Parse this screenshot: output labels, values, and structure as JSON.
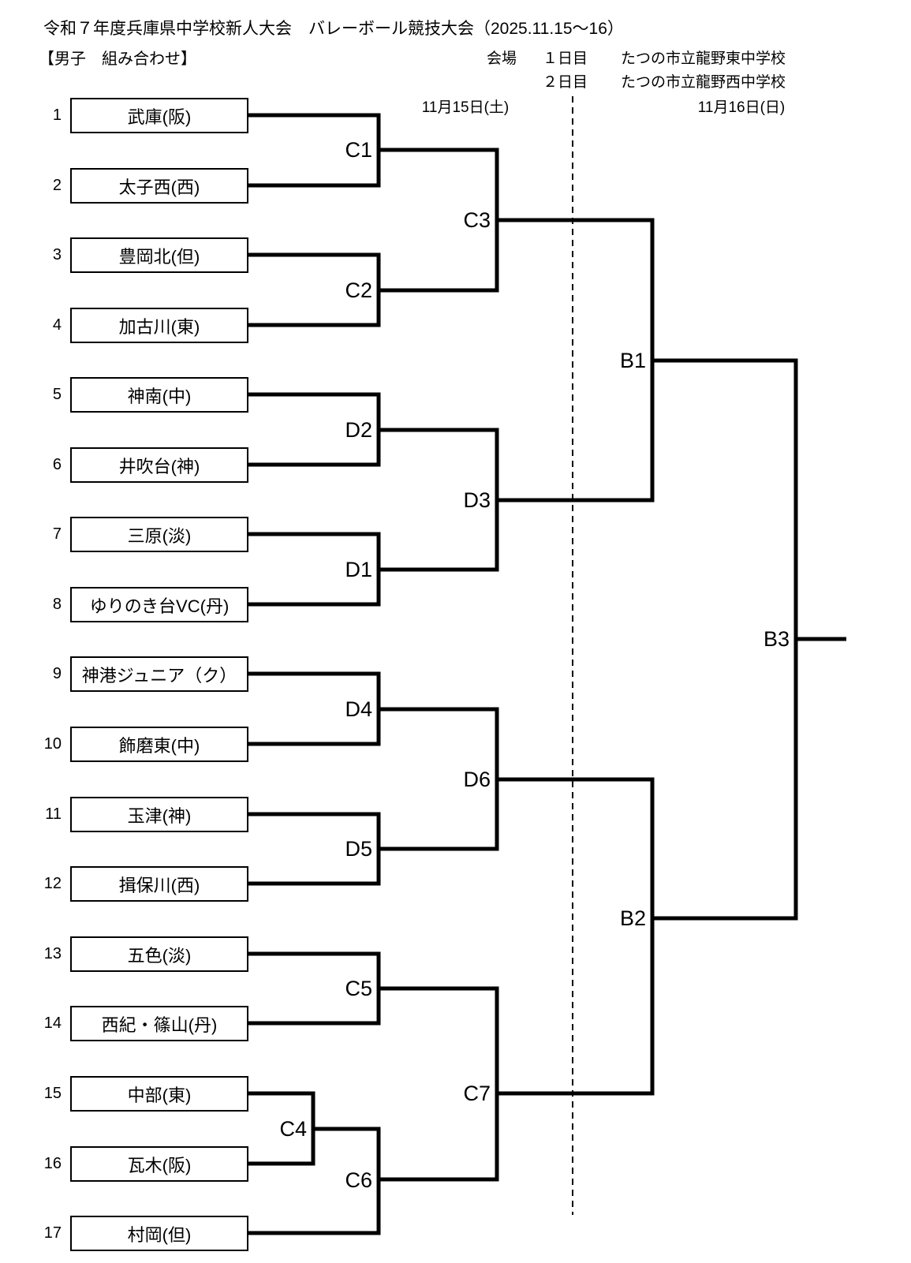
{
  "header": {
    "title": "令和７年度兵庫県中学校新人大会　バレーボール競技大会（2025.11.15～16）",
    "subtitle": "【男子　組み合わせ】",
    "venue_label": "会場",
    "venue_day1_label": "１日目",
    "venue_day1_name": "たつの市立龍野東中学校",
    "venue_day2_label": "２日目",
    "venue_day2_name": "たつの市立龍野西中学校",
    "day1_date": "11月15日(土)",
    "day2_date": "11月16日(日)"
  },
  "teams": [
    {
      "seed": "1",
      "name": "武庫(阪)"
    },
    {
      "seed": "2",
      "name": "太子西(西)"
    },
    {
      "seed": "3",
      "name": "豊岡北(但)"
    },
    {
      "seed": "4",
      "name": "加古川(東)"
    },
    {
      "seed": "5",
      "name": "神南(中)"
    },
    {
      "seed": "6",
      "name": "井吹台(神)"
    },
    {
      "seed": "7",
      "name": "三原(淡)"
    },
    {
      "seed": "8",
      "name": "ゆりのき台VC(丹)"
    },
    {
      "seed": "9",
      "name": "神港ジュニア（ク）"
    },
    {
      "seed": "10",
      "name": "飾磨東(中)"
    },
    {
      "seed": "11",
      "name": "玉津(神)"
    },
    {
      "seed": "12",
      "name": "揖保川(西)"
    },
    {
      "seed": "13",
      "name": "五色(淡)"
    },
    {
      "seed": "14",
      "name": "西紀・篠山(丹)"
    },
    {
      "seed": "15",
      "name": "中部(東)"
    },
    {
      "seed": "16",
      "name": "瓦木(阪)"
    },
    {
      "seed": "17",
      "name": "村岡(但)"
    }
  ],
  "matches": {
    "c1": "C1",
    "c2": "C2",
    "c3": "C3",
    "c4": "C4",
    "c5": "C5",
    "c6": "C6",
    "c7": "C7",
    "d1": "D1",
    "d2": "D2",
    "d3": "D3",
    "d4": "D4",
    "d5": "D5",
    "d6": "D6",
    "b1": "B1",
    "b2": "B2",
    "b3": "B3"
  },
  "colors": {
    "line": "#000000",
    "background": "#ffffff",
    "text": "#000000"
  }
}
